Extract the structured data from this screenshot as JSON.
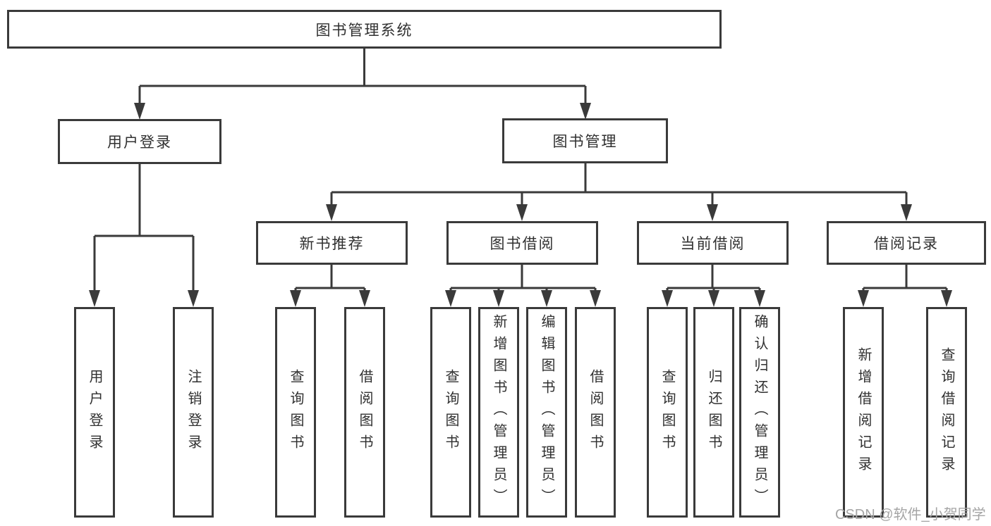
{
  "diagram": {
    "root": {
      "label": "图书管理系统"
    },
    "branches": [
      {
        "label": "用户登录",
        "children": [
          {
            "label": "用户登录"
          },
          {
            "label": "注销登录"
          }
        ]
      },
      {
        "label": "图书管理",
        "children": [
          {
            "label": "新书推荐",
            "children": [
              {
                "label": "查询图书"
              },
              {
                "label": "借阅图书"
              }
            ]
          },
          {
            "label": "图书借阅",
            "children": [
              {
                "label": "查询图书"
              },
              {
                "label": "新增图书（管理员）"
              },
              {
                "label": "编辑图书（管理员）"
              },
              {
                "label": "借阅图书"
              }
            ]
          },
          {
            "label": "当前借阅",
            "children": [
              {
                "label": "查询图书"
              },
              {
                "label": "归还图书"
              },
              {
                "label": "确认归还（管理员）"
              }
            ]
          },
          {
            "label": "借阅记录",
            "children": [
              {
                "label": "新增借阅记录"
              },
              {
                "label": "查询借阅记录"
              }
            ]
          }
        ]
      }
    ]
  },
  "watermark": {
    "text": "CSDN @软件_小贺同学"
  },
  "colors": {
    "line": "#3a3a3a",
    "text": "#303030",
    "watermark": "#a5a5a5",
    "background": "#ffffff"
  }
}
